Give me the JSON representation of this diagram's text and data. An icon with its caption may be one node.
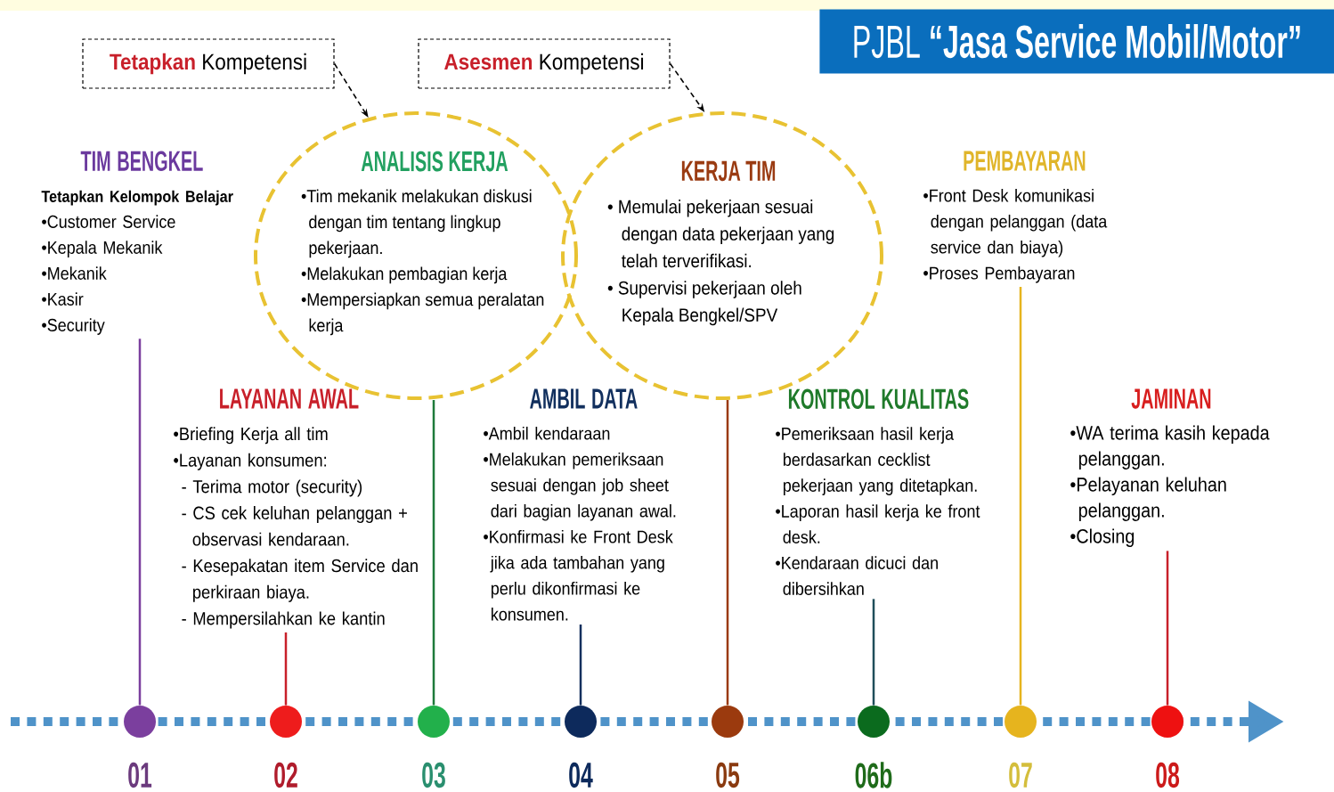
{
  "diagram": {
    "title": "PJBL **“Jasa Service Mobil/Motor”**",
    "nodes": [
      {
        "text": [
          "**Tetapkan** Kompetensi"
        ]
      },
      {
        "text": [
          "**Asesmen** Kompetensi"
        ]
      },
      {
        "text": [
          "TIM BENGKEL",
          "Tetapkan Kelompok Belajar",
          "•Customer Service",
          "•Kepala Mekanik",
          "•Mekanik",
          "•Kasir",
          "•Security"
        ]
      },
      {
        "text": [
          "ANALISIS KERJA",
          "•Tim mekanik melakukan diskusi dengan tim tentang lingkup pekerjaan.",
          "•Melakukan pembagian kerja",
          "•Mempersiapkan semua peralatan kerja"
        ]
      },
      {
        "text": [
          "KERJA TIM",
          "• Memulai pekerjaan sesuai dengan data pekerjaan yang telah terverifikasi.",
          "• Supervisi pekerjaan oleh Kepala Bengkel/SPV"
        ]
      },
      {
        "text": [
          "PEMBAYARAN",
          "•Front Desk komunikasi dengan pelanggan (data service dan biaya)",
          "•Proses Pembayaran"
        ]
      },
      {
        "text": [
          "LAYANAN AWAL",
          "•Briefing Kerja all tim",
          "•Layanan konsumen:",
          "- Terima motor (security)",
          "- CS cek keluhan pelanggan + observasi kendaraan.",
          "- Kesepakatan item Service dan perkiraan biaya.",
          "- Mempersilahkan ke kantin"
        ]
      },
      {
        "text": [
          "AMBIL DATA",
          "•Ambil kendaraan",
          "•Melakukan pemeriksaan sesuai dengan job sheet dari bagian layanan awal.",
          "•Konfirmasi ke Front Desk jika ada tambahan yang perlu dikonfirmasi ke konsumen."
        ]
      },
      {
        "text": [
          "KONTROL KUALITAS",
          "•Pemeriksaan hasil kerja berdasarkan cecklist pekerjaan yang ditetapkan.",
          "•Laporan hasil kerja ke front desk.",
          "•Kendaraan dicuci dan dibersihkan"
        ]
      },
      {
        "text": [
          "JAMINAN",
          "•WA terima kasih kepada pelanggan.",
          "•Pelayanan keluhan pelanggan.",
          "•Closing"
        ]
      },
      {
        "text": [],
        "shape": "circle",
        "beside": [
          "01"
        ]
      },
      {
        "text": [],
        "shape": "circle",
        "beside": [
          "02"
        ]
      },
      {
        "text": [],
        "shape": "circle",
        "beside": [
          "03"
        ]
      },
      {
        "text": [],
        "shape": "circle",
        "beside": [
          "04"
        ]
      },
      {
        "text": [],
        "shape": "circle",
        "beside": [
          "05"
        ]
      },
      {
        "text": [],
        "shape": "circle",
        "beside": [
          "06b"
        ]
      },
      {
        "text": [],
        "shape": "circle",
        "beside": [
          "07"
        ]
      },
      {
        "text": [],
        "shape": "circle",
        "beside": [
          "08"
        ]
      }
    ],
    "edges": [
      {
        "from": 0,
        "to": 3,
        "arrow": "to",
        "style": "dashed"
      },
      {
        "from": 1,
        "to": 4,
        "arrow": "to",
        "style": "dashed"
      },
      {
        "from": 10,
        "to": 2,
        "arrow": "none",
        "color": "#7b3f9e"
      },
      {
        "from": 11,
        "to": 6,
        "arrow": "none",
        "color": "#c8202a"
      },
      {
        "from": 12,
        "to": 3,
        "arrow": "none",
        "color": "#1e7a3a"
      },
      {
        "from": 13,
        "to": 7,
        "arrow": "none",
        "color": "#12305e"
      },
      {
        "from": 14,
        "to": 4,
        "arrow": "none",
        "color": "#9b3a0e"
      },
      {
        "from": 15,
        "to": 8,
        "arrow": "none",
        "color": "#1f4e5a"
      },
      {
        "from": 16,
        "to": 5,
        "arrow": "none",
        "color": "#e6b41e"
      },
      {
        "from": 17,
        "to": 9,
        "arrow": "none",
        "color": "#c8202a"
      }
    ]
  }
}
